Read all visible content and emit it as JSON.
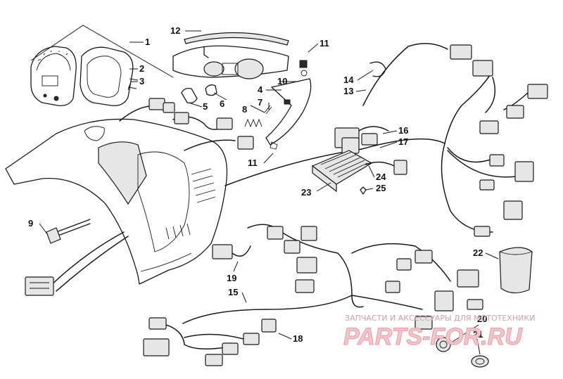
{
  "callouts": [
    {
      "id": "c1",
      "text": "1"
    },
    {
      "id": "c2",
      "text": "2"
    },
    {
      "id": "c3",
      "text": "3"
    },
    {
      "id": "c4",
      "text": "4"
    },
    {
      "id": "c5",
      "text": "5"
    },
    {
      "id": "c6",
      "text": "6"
    },
    {
      "id": "c7",
      "text": "7"
    },
    {
      "id": "c8",
      "text": "8"
    },
    {
      "id": "c9",
      "text": "9"
    },
    {
      "id": "c10",
      "text": "10"
    },
    {
      "id": "c11a",
      "text": "11"
    },
    {
      "id": "c11b",
      "text": "11"
    },
    {
      "id": "c12",
      "text": "12"
    },
    {
      "id": "c13",
      "text": "13"
    },
    {
      "id": "c14",
      "text": "14"
    },
    {
      "id": "c15",
      "text": "15"
    },
    {
      "id": "c16",
      "text": "16"
    },
    {
      "id": "c17",
      "text": "17"
    },
    {
      "id": "c18",
      "text": "18"
    },
    {
      "id": "c19",
      "text": "19"
    },
    {
      "id": "c20",
      "text": "20"
    },
    {
      "id": "c21",
      "text": "21"
    },
    {
      "id": "c22",
      "text": "22"
    },
    {
      "id": "c23",
      "text": "23"
    },
    {
      "id": "c24",
      "text": "24"
    },
    {
      "id": "c25",
      "text": "25"
    }
  ],
  "watermark": {
    "tagline": "ЗАПЧАСТИ И АКСЕССУАРЫ ДЛЯ МОТОТЕХНИКИ",
    "brand": "PARTS-FOR.RU"
  },
  "colors": {
    "line": "#1a1a1a",
    "background": "#ffffff",
    "watermark": "#f4c5cc"
  }
}
